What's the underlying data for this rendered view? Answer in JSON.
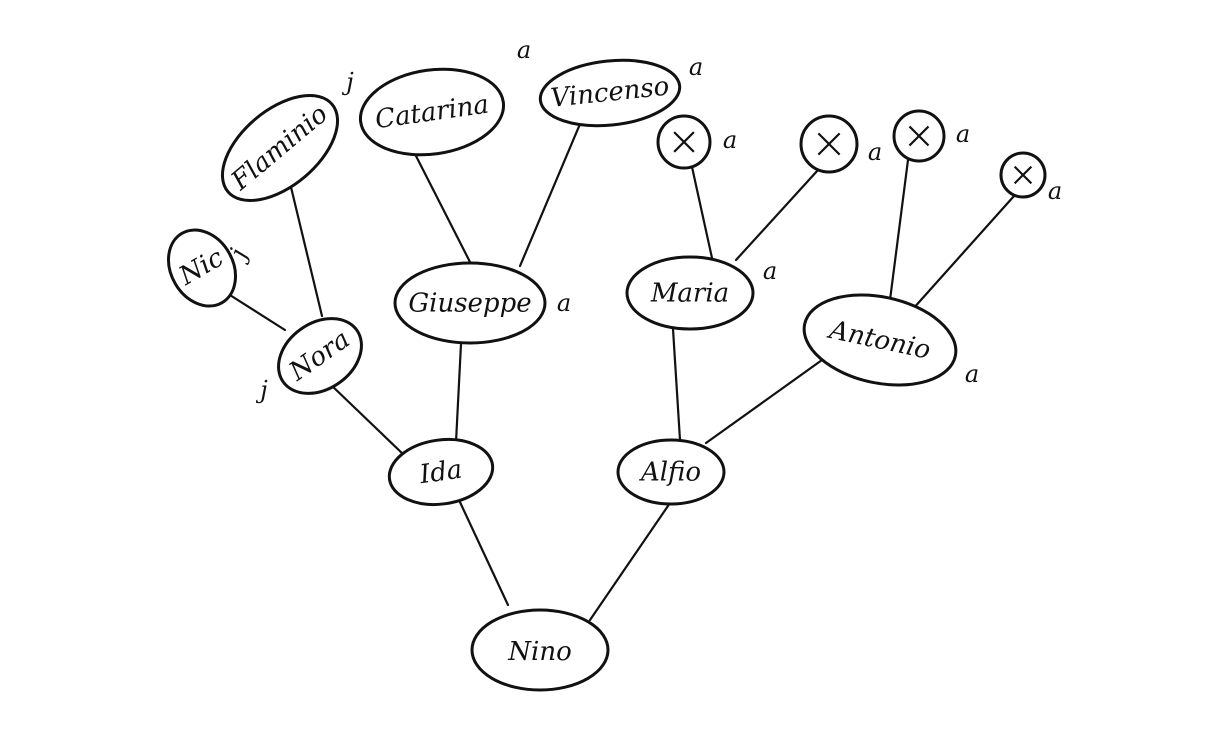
{
  "diagram": {
    "nodes": [
      {
        "id": "nino",
        "label": "Nino",
        "tag": ""
      },
      {
        "id": "ida",
        "label": "Ida",
        "tag": ""
      },
      {
        "id": "alfio",
        "label": "Alfio",
        "tag": ""
      },
      {
        "id": "nora",
        "label": "Nora",
        "tag": "j"
      },
      {
        "id": "giuseppe",
        "label": "Giuseppe",
        "tag": "a"
      },
      {
        "id": "maria",
        "label": "Maria",
        "tag": "a"
      },
      {
        "id": "antonio",
        "label": "Antonio",
        "tag": "a"
      },
      {
        "id": "nic",
        "label": "Nic",
        "tag": "j"
      },
      {
        "id": "flaminio",
        "label": "Flaminio",
        "tag": "j"
      },
      {
        "id": "catarina",
        "label": "Catarina",
        "tag": "a"
      },
      {
        "id": "vincenso",
        "label": "Vincenso",
        "tag": "a"
      },
      {
        "id": "x1",
        "label": "",
        "tag": "a",
        "unknown": true
      },
      {
        "id": "x2",
        "label": "",
        "tag": "a",
        "unknown": true
      },
      {
        "id": "x3",
        "label": "",
        "tag": "a",
        "unknown": true
      },
      {
        "id": "x4",
        "label": "",
        "tag": "a",
        "unknown": true
      }
    ],
    "edges": [
      {
        "from": "nino",
        "to": "ida"
      },
      {
        "from": "nino",
        "to": "alfio"
      },
      {
        "from": "ida",
        "to": "nora"
      },
      {
        "from": "ida",
        "to": "giuseppe"
      },
      {
        "from": "alfio",
        "to": "maria"
      },
      {
        "from": "alfio",
        "to": "antonio"
      },
      {
        "from": "nora",
        "to": "nic"
      },
      {
        "from": "nora",
        "to": "flaminio"
      },
      {
        "from": "giuseppe",
        "to": "catarina"
      },
      {
        "from": "giuseppe",
        "to": "vincenso"
      },
      {
        "from": "maria",
        "to": "x1"
      },
      {
        "from": "maria",
        "to": "x2"
      },
      {
        "from": "antonio",
        "to": "x3"
      },
      {
        "from": "antonio",
        "to": "x4"
      }
    ]
  }
}
